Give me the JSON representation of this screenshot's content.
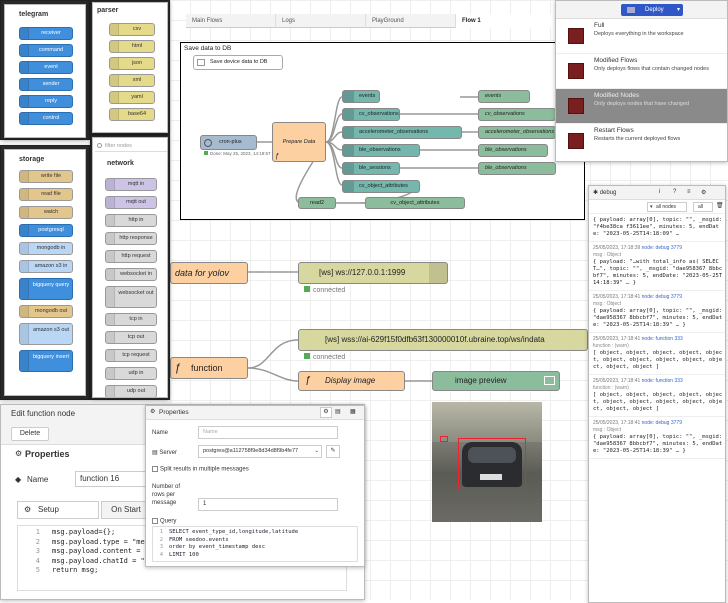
{
  "palette": {
    "telegram": {
      "title": "telegram",
      "nodes": [
        "receiver",
        "command",
        "event",
        "sender",
        "reply",
        "control"
      ]
    },
    "storage": {
      "title": "storage",
      "nodes": [
        "write file",
        "read file",
        "watch",
        "postgresql",
        "mongodb in",
        "amazon s3 in",
        "bigquery query",
        "mongodb out",
        "amazon s3 out",
        "bigquery insert"
      ]
    },
    "parser": {
      "title": "parser",
      "nodes": [
        "csv",
        "html",
        "json",
        "xml",
        "yaml",
        "base64"
      ]
    },
    "filter_placeholder": "filter nodes",
    "network": {
      "title": "network",
      "nodes": [
        "mqtt in",
        "mqtt out",
        "http in",
        "http response",
        "http request",
        "websocket in",
        "websocket out",
        "tcp in",
        "tcp out",
        "tcp request",
        "udp in",
        "udp out"
      ]
    }
  },
  "tabs": [
    "Main Flows",
    "Logs",
    "PlayGround",
    "Flow 1"
  ],
  "deploy": {
    "label": "Deploy",
    "options": [
      {
        "title": "Full",
        "desc": "Deploys everything in the workspace"
      },
      {
        "title": "Modified Flows",
        "desc": "Only deploys flows that contain changed nodes"
      },
      {
        "title": "Modified Nodes",
        "desc": "Only deploys nodes that have changed"
      },
      {
        "title": "Restart Flows",
        "desc": "Restarts the current deployed flows"
      }
    ]
  },
  "flow": {
    "group_label": "Save data to DB",
    "comment": "Save device data to DB",
    "inject": "cron-plus",
    "inject_status": "Done: May 25, 2023, 14:18:57 UTC",
    "function": "Prepare Data",
    "links": [
      "events",
      "cv_observations",
      "accelerometer_observations",
      "ble_observations",
      "ble_sessions",
      "cv_object_attributes"
    ],
    "outs": [
      "events",
      "cv_observations",
      "accelerometer_observations",
      "ble_observations",
      "ble_observations"
    ],
    "read": "read2",
    "read_out": "cv_object_attributes"
  },
  "canvas2": {
    "node1": "data for yolov",
    "ws1": "[ws] ws://127.0.0.1:1999",
    "ws1_status": "connected",
    "func": "function",
    "ws2": "[ws] wss://ai-629f15f0dfb63f130000010f.ubraine.top/ws/indata",
    "ws2_status": "connected",
    "display": "Display image",
    "preview": "image preview"
  },
  "debug": {
    "title": "debug",
    "filter": "all nodes",
    "filter2": "all",
    "messages": [
      {
        "meta": "",
        "text": "{ payload: array[0], topic: \"\", _msgid: \"f4be38ca f3611ee\", minutes: 5, endDate: \"2023-05-25T14:18:09\" …"
      },
      {
        "meta": "25/05/2023, 17:18:39",
        "node": "node: debug 3779",
        "type": "msg : Object",
        "text": "{ payload: \"…with total_info as( SELECT…\", topic: \"\", _msgid: \"dae958367 8bbcbf7\", minutes: 5, endDate: \"2023-05-25T14:18:39\" … }"
      },
      {
        "meta": "25/05/2023, 17:18:41",
        "node": "node: debug 3779",
        "type": "msg : Object",
        "text": "{ payload: array[0], topic: \"\", _msgid: \"dae958367 8bbcbf7\", minutes: 5, endDate: \"2023-05-25T14:18:39\" … }"
      },
      {
        "meta": "25/05/2023, 17:18:41",
        "node": "node: function 333",
        "type": "function : (warn)",
        "text": "[ object, object, object, object, object, object, object, object, object, object, object, object ]"
      },
      {
        "meta": "25/05/2023, 17:18:41",
        "node": "node: function 333",
        "type": "function : (warn)",
        "text": "[ object, object, object, object, object, object, object, object, object, object, object, object ]"
      },
      {
        "meta": "25/05/2023, 17:18:41",
        "node": "node: debug 3779",
        "type": "msg : Object",
        "text": "{ payload: array[0], topic: \"\", _msgid: \"dae958367 8bbcbf7\", minutes: 5, endDate: \"2023-05-25T14:18:39\" … }"
      }
    ]
  },
  "edit": {
    "title": "Edit function node",
    "delete": "Delete",
    "properties": "Properties",
    "name_label": "Name",
    "name_value": "function 16",
    "tab_setup": "Setup",
    "tab_onstart": "On Start",
    "code": [
      "msg.payload={};",
      "msg.payload.type = \"mes",
      "msg.payload.content = ",
      "msg.payload.chatId = \"",
      "return msg;"
    ]
  },
  "pg": {
    "title": "Properties",
    "name_label": "Name",
    "name_placeholder": "Name",
    "server_label": "Server",
    "server_value": "postgres@a112758f9e8d34d8f9b4fe77",
    "split_label": "Split results in multiple messages",
    "rows_label": "Number of rows per message",
    "rows_value": "1",
    "query_label": "Query",
    "query": [
      "SELECT event_type_id,longitude,latitude",
      "FROM seedoo.events",
      "order by event_timestamp desc",
      "LIMIT 100"
    ]
  }
}
